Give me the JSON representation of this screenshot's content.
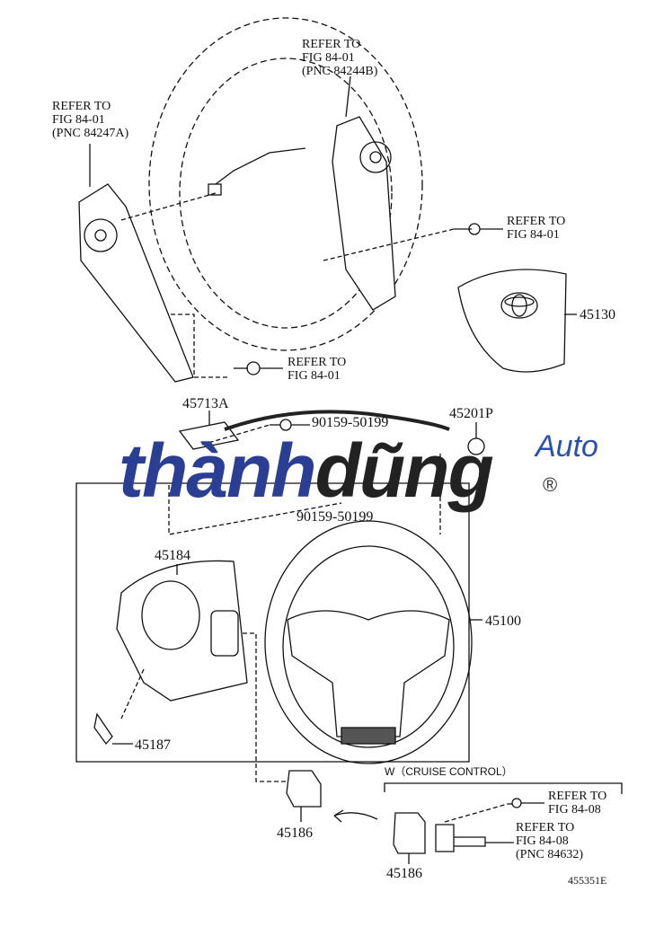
{
  "labels": {
    "top_center": [
      "REFER TO",
      "FIG 84-01",
      "(PNC 84244B)"
    ],
    "top_left": [
      "REFER TO",
      "FIG 84-01",
      "(PNC 84247A)"
    ],
    "right_bolt": [
      "REFER TO",
      "FIG 84-01"
    ],
    "lower_bolt": [
      "REFER TO",
      "FIG 84-01"
    ],
    "airbag": "45130",
    "sensor": "45713A",
    "screw_1": "90159-50199",
    "screw_2": "90159-50199",
    "clip": "45201P",
    "cover": "45184",
    "wheel": "45100",
    "small_cover": "45187",
    "switch_cover": "45186",
    "cruise_title": "W（CRUISE CONTROL）",
    "cruise_bolt": [
      "REFER TO",
      "FIG 84-08"
    ],
    "cruise_switch": [
      "REFER TO",
      "FIG 84-08",
      "(PNC 84632)"
    ],
    "cruise_cover": "45186",
    "figure_id": "455351E"
  },
  "watermark": {
    "part1": "thành",
    "part2": "dũng",
    "auto": "Auto",
    "reg": "®"
  },
  "colors": {
    "watermark_blue": "#2a3f94",
    "watermark_dark": "#222222"
  }
}
